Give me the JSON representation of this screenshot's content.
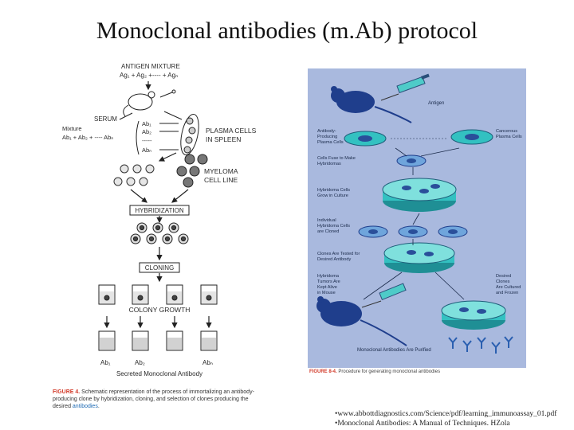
{
  "slide": {
    "title": "Monoclonal antibodies (m.Ab) protocol"
  },
  "left_figure": {
    "antigen_mixture": "ANTIGEN MIXTURE",
    "antigen_formula": "Ag₁ + Ag₂ +---- + Agₙ",
    "serum": "SERUM",
    "mixture": "Mixture",
    "mixture_formula": "Ab₁ + Ab₂ + ---- Abₙ",
    "ab_1": "Ab₁",
    "ab_2": "Ab₂",
    "ab_dash": "-----",
    "ab_n": "Abₙ",
    "plasma_cells": "PLASMA CELLS",
    "in_spleen": "IN SPLEEN",
    "myeloma": "MYELOMA",
    "cell_line": "CELL LINE",
    "hybridization": "HYBRIDIZATION",
    "cloning": "CLONING",
    "colony_growth": "COLONY GROWTH",
    "tube_ab_1": "Ab₁",
    "tube_ab_2": "Ab₂",
    "tube_ab_n": "Abₙ",
    "secreted": "Secreted  Monoclonal Antibody",
    "caption_num": "FIGURE 4.",
    "caption_text": " Schematic representation of the process of immortalizing an antibody-producing clone by hybridization, cloning, and selection of clones producing the desired ",
    "caption_hl": "antibodies",
    "caption_end": "."
  },
  "right_figure": {
    "antigen": "Antigen",
    "antibody_producing_1": "Antibody-",
    "antibody_producing_2": "Producing",
    "antibody_producing_3": "Plasma Cells",
    "cancerous_1": "Cancerous",
    "cancerous_2": "Plasma Cells",
    "cells_fuse_1": "Cells Fuse to Make",
    "cells_fuse_2": "Hybridomas",
    "hybridoma_grow_1": "Hybridoma Cells",
    "hybridoma_grow_2": "Grow in Culture",
    "individual_1": "Individual",
    "individual_2": "Hybridoma Cells",
    "individual_3": "are Cloned",
    "clones_tested_1": "Clones Are Tested for",
    "clones_tested_2": "Desired Antibody",
    "tumors_1": "Hybridoma",
    "tumors_2": "Tumors Are",
    "tumors_3": "Kept Alive",
    "tumors_4": "in Mouse",
    "desired_1": "Desired",
    "desired_2": "Clones",
    "desired_3": "Are Cultured",
    "desired_4": "and Frozen",
    "purified": "Monoclonal Antibodies Are Purified",
    "caption_num": "FIGURE 8-4.",
    "caption_text": " Procedure for generating monoclonal antibodies"
  },
  "references": {
    "ref1": "•www.abbottdiagnostics.com/Science/pdf/learning_immunoassay_01.pdf",
    "ref2": "•Monoclonal Antibodies: A Manual of Techniques.  HZola"
  },
  "colors": {
    "panel_bg": "#a9b9de",
    "mouse": "#1f3e8c",
    "dish": "#33c1c1",
    "cell": "#6fa5dc"
  }
}
